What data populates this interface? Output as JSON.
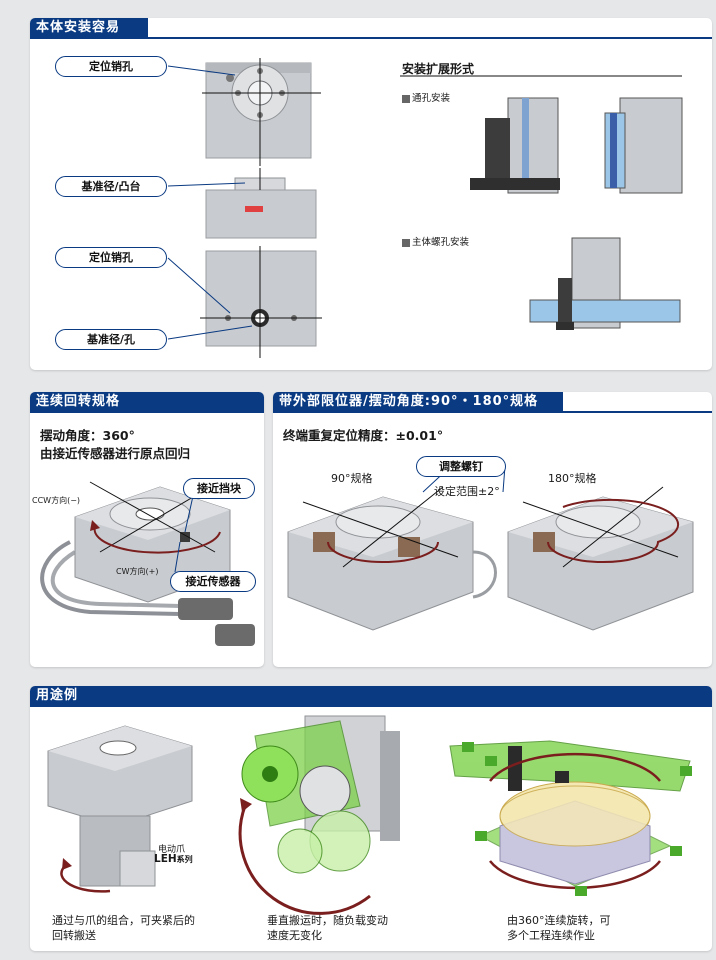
{
  "section1": {
    "title": "本体安装容易",
    "labels": {
      "pin_hole_top": "定位销孔",
      "ref_diameter_boss": "基准径/凸台",
      "pin_hole_bottom": "定位销孔",
      "ref_diameter_hole": "基准径/孔"
    },
    "mounting": {
      "title": "安装扩展形式",
      "through_hole": "通孔安装",
      "body_tapped": "主体螺孔安装"
    }
  },
  "section2": {
    "title": "连续回转规格",
    "line1": "摆动角度：360°",
    "line2": "由接近传感器进行原点回归",
    "ccw": "CCW方向(−)",
    "cw": "CW方向(+)",
    "proximity_dog": "接近挡块",
    "proximity_sensor": "接近传感器"
  },
  "section3": {
    "title": "带外部限位器/摆动角度:90°・180°规格",
    "accuracy": "终端重复定位精度：±0.01°",
    "adjust_bolt": "调整螺钉",
    "setting_range": "设定范围±2°",
    "spec90": "90°规格",
    "spec180": "180°规格"
  },
  "section4": {
    "title": "用途例",
    "gripper_label": "电动爪",
    "gripper_model": "LEH",
    "gripper_series": "系列",
    "caption1a": "通过与爪的组合，可夹紧后的",
    "caption1b": "回转搬送",
    "caption2a": "垂直搬运时，随负载变动",
    "caption2b": "速度无变化",
    "caption3a": "由360°连续旋转，可",
    "caption3b": "多个工程连续作业"
  },
  "colors": {
    "header_blue": "#0a3a82",
    "body_grey": "#c9ccd0",
    "accent_green": "#7dd14a",
    "arrow_red": "#7a1e1e",
    "mount_blue": "#9cc6e8"
  }
}
